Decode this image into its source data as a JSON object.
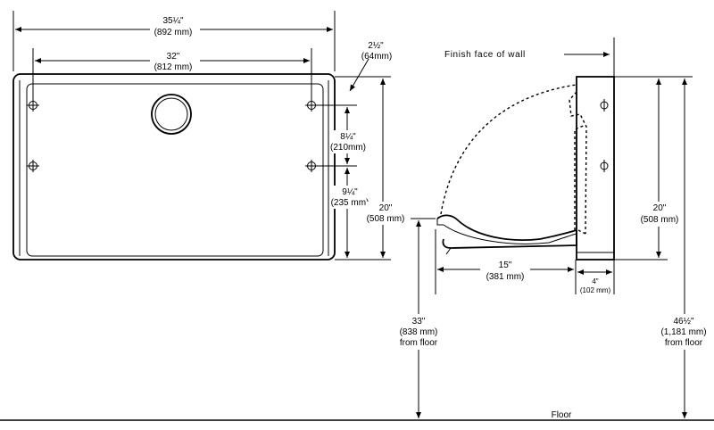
{
  "dimensions": {
    "overall_width": {
      "imperial": "35¼\"",
      "metric": "(892 mm)"
    },
    "hole_spacing_width": {
      "imperial": "32\"",
      "metric": "(812 mm)"
    },
    "top_offset": {
      "imperial": "2½\"",
      "metric": "(64mm)"
    },
    "upper_hole_spacing": {
      "imperial": "8¼\"",
      "metric": "(210mm)"
    },
    "lower_hole_spacing": {
      "imperial": "9¼\"",
      "metric": "(235 mm)"
    },
    "front_height": {
      "imperial": "20\"",
      "metric": "(508 mm)"
    },
    "side_height": {
      "imperial": "20\"",
      "metric": "(508 mm)"
    },
    "bed_depth": {
      "imperial": "15\"",
      "metric": "(381 mm)"
    },
    "unit_depth": {
      "imperial": "4\"",
      "metric": "(102 mm)"
    },
    "bed_height": {
      "imperial": "33\"",
      "metric": "(838 mm)",
      "note": "from floor"
    },
    "top_height": {
      "imperial": "46½\"",
      "metric": "(1,181 mm)",
      "note": "from floor"
    }
  },
  "labels": {
    "wall_face": "Finish face of wall",
    "floor": "Floor"
  }
}
